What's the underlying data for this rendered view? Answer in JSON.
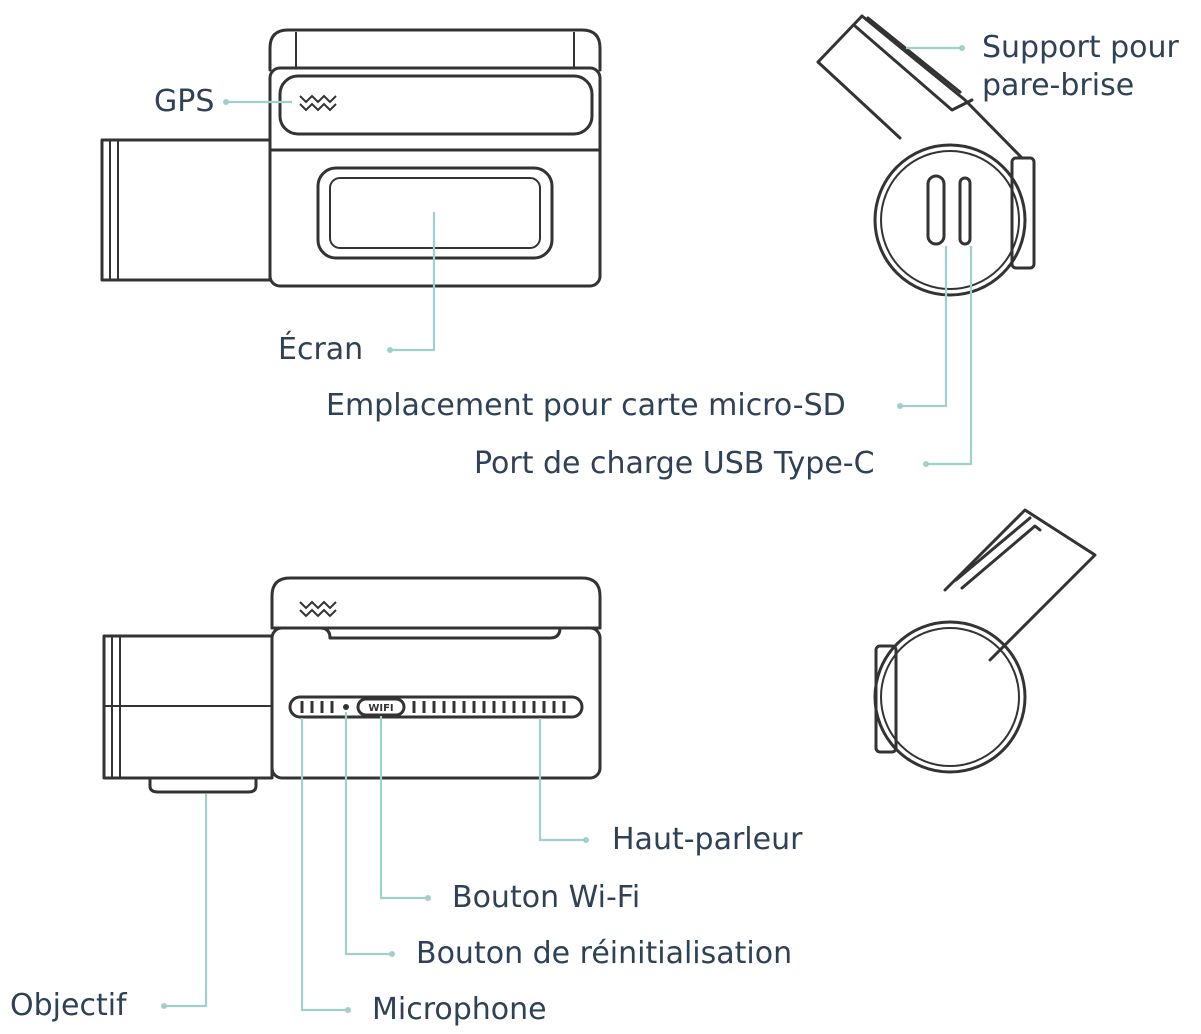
{
  "labels": {
    "gps": "GPS",
    "screen": "Écran",
    "windshield_mount": [
      "Support pour",
      "pare-brise"
    ],
    "microsd_slot": "Emplacement pour carte micro-SD",
    "usb_port": "Port de charge USB Type-C",
    "speaker": "Haut-parleur",
    "wifi_button": "Bouton Wi-Fi",
    "reset_button": "Bouton de réinitialisation",
    "lens": "Objectif",
    "microphone": "Microphone",
    "wifi_engraving": "WIFI"
  },
  "colors": {
    "text": "#2f4157",
    "leader": "#9fd1cb",
    "outline": "#333333"
  }
}
